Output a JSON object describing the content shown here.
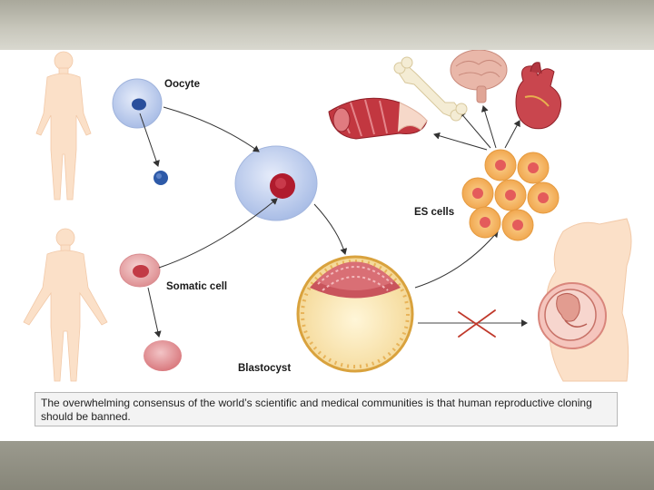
{
  "labels": {
    "oocyte": "Oocyte",
    "somatic_cell": "Somatic cell",
    "blastocyst": "Blastocyst",
    "es_cells": "ES cells"
  },
  "caption": "The overwhelming consensus of the world’s scientific and medical communities is that human reproductive cloning should be banned.",
  "icons": [
    "human-figure-icon",
    "bone-icon",
    "brain-icon",
    "heart-icon",
    "muscle-icon",
    "pregnant-woman-icon",
    "cross-icon"
  ]
}
